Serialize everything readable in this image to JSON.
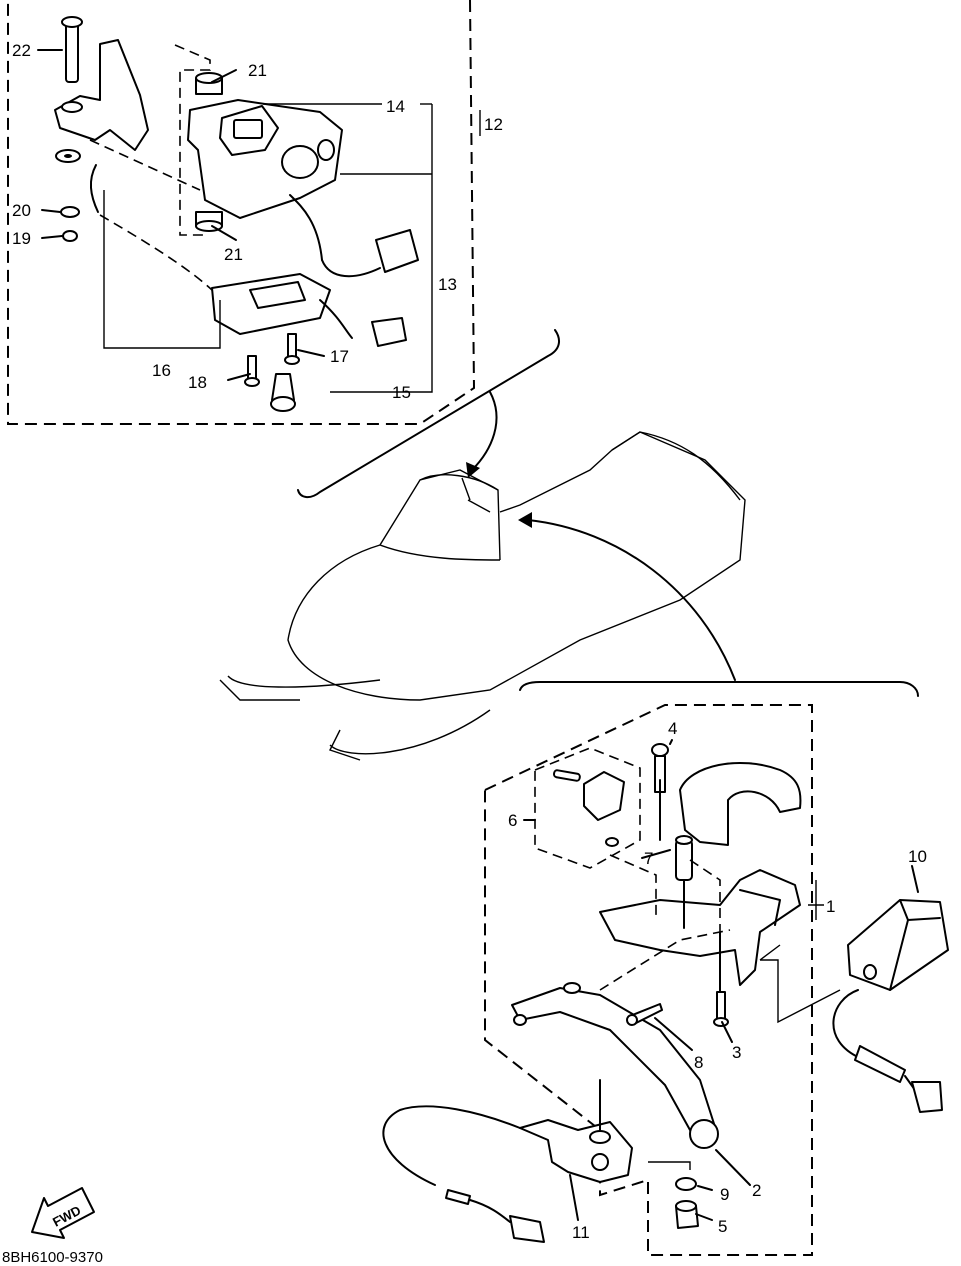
{
  "labels": {
    "p1": "1",
    "p2": "2",
    "p3": "3",
    "p4": "4",
    "p5": "5",
    "p6": "6",
    "p7": "7",
    "p8": "8",
    "p9": "9",
    "p10": "10",
    "p11": "11",
    "p12": "12",
    "p13": "13",
    "p14": "14",
    "p15": "15",
    "p16": "16",
    "p17": "17",
    "p18": "18",
    "p19": "19",
    "p20": "20",
    "p21a": "21",
    "p21b": "21",
    "p22": "22"
  },
  "fwd_label": "FWD",
  "drawing_code": "8BH6100-9370"
}
